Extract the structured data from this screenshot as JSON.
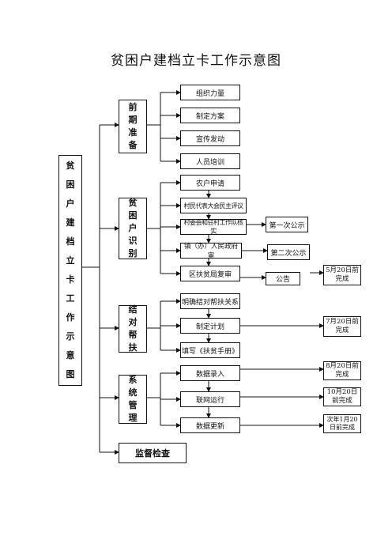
{
  "title": "贫困户建档立卡工作示意图",
  "main_box": "贫困户建档立卡工作示意图",
  "phases": {
    "prep": "前期准备",
    "identify": "贫困户识别",
    "pairing": "结对帮扶",
    "system": "系统管理"
  },
  "supervise": "监督检查",
  "steps": {
    "s1": "组织力量",
    "s2": "制定方案",
    "s3": "宣传发动",
    "s4": "人员培训",
    "s5": "农户申请",
    "s6": "村民代表大会民主评议",
    "s7": "村委会和驻村工作队核实",
    "s8": "镇（办）人民政府审",
    "s9": "区扶贫局复审",
    "s10": "明确结对帮扶关系",
    "s11": "制定计划",
    "s12": "填写《扶贫手册》",
    "s13": "数据录入",
    "s14": "联网运行",
    "s15": "数据更新"
  },
  "notices": {
    "n1": "第一次公示",
    "n2": "第二次公示",
    "n3": "公告"
  },
  "deadlines": {
    "d1": "5月20日前完成",
    "d2": "7月20日前完成",
    "d3": "8月20日前完成",
    "d4": "10月20日前完成",
    "d5": "次年1月20日前完成"
  }
}
